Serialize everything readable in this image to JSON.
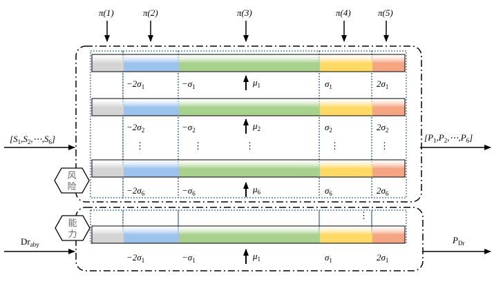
{
  "colors": {
    "gray": "#d4d4d4",
    "blue": "#9cc3ec",
    "green": "#a9d18e",
    "yellow": "#ffd966",
    "orange": "#f4a582",
    "dotted_border": "#2e5fa3"
  },
  "pi_labels": [
    {
      "id": "pi1",
      "text": "π(1)"
    },
    {
      "id": "pi2",
      "text": "π(2)"
    },
    {
      "id": "pi3",
      "text": "π(3)"
    },
    {
      "id": "pi4",
      "text": "π(4)"
    },
    {
      "id": "pi5",
      "text": "π(5)"
    }
  ],
  "risk_group": {
    "badge": [
      "风",
      "险"
    ],
    "rows": [
      {
        "sub": "1",
        "labels": [
          "−2σ1",
          "−σ1",
          "μ1",
          "σ1",
          "2σ1"
        ]
      },
      {
        "sub": "2",
        "labels": [
          "−2σ2",
          "−σ2",
          "μ2",
          "σ2",
          "2σ2"
        ]
      },
      {
        "sub": "6",
        "labels": [
          "−2σ6",
          "−σ6",
          "μ6",
          "σ6",
          "2σ6"
        ]
      }
    ],
    "ellipsis": "⋮",
    "input": "[S1,S2,⋯,S6]",
    "output": "[P1,P2,⋯,P6]"
  },
  "ability_group": {
    "badge": [
      "能",
      "力"
    ],
    "row": {
      "sub": "1",
      "labels": [
        "−2σ1",
        "−σ1",
        "μ1",
        "σ1",
        "2σ1"
      ]
    },
    "ellipsis": "⋮",
    "input": "Draby",
    "output": "PDr"
  }
}
